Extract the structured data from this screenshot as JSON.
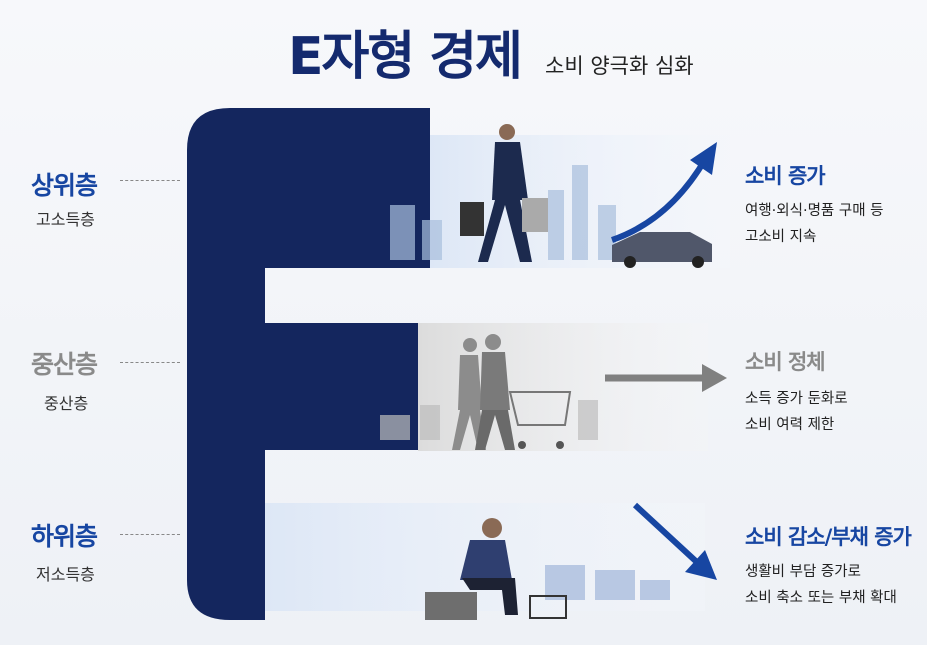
{
  "title": "E자형 경제",
  "subtitle": "소비 양극화 심화",
  "colors": {
    "navy": "#14265e",
    "accent_blue": "#1746a2",
    "gray": "#8a8a8a"
  },
  "tiers": [
    {
      "label": "상위층",
      "sublabel": "고소득층",
      "heading": "소비 증가",
      "desc": [
        "여행·외식·명품 구매 등",
        "고소비 지속"
      ],
      "trend": "up"
    },
    {
      "label": "중산층",
      "sublabel": "중산층",
      "heading": "소비 정체",
      "desc": [
        "소득 증가 둔화로",
        "소비 여력 제한"
      ],
      "trend": "flat"
    },
    {
      "label": "하위층",
      "sublabel": "저소득층",
      "heading": "소비 감소/부채 증가",
      "desc": [
        "생활비 부담 증가로",
        "소비 축소 또는 부채 확대"
      ],
      "trend": "down"
    }
  ]
}
